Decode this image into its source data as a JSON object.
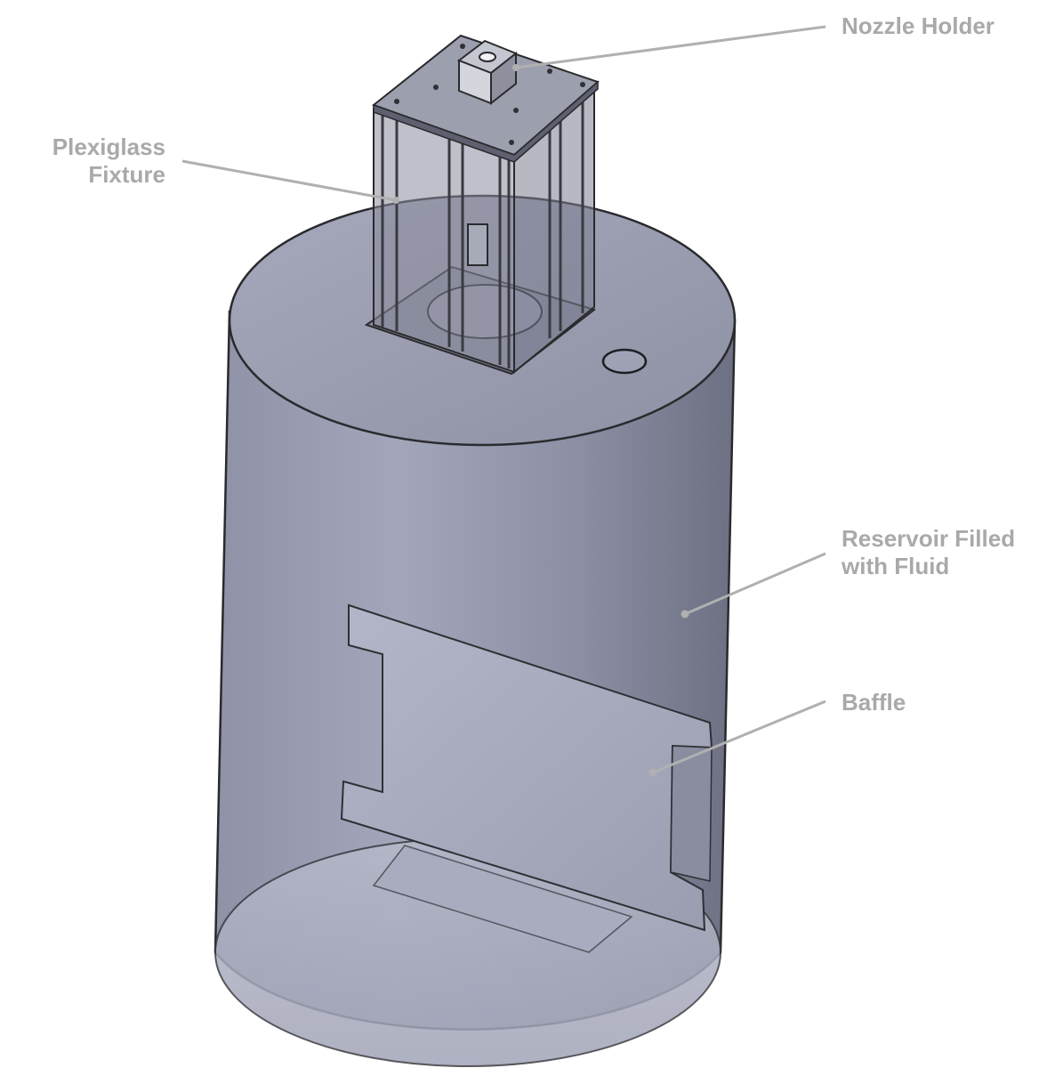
{
  "labels": {
    "nozzle_holder": "Nozzle Holder",
    "plexiglass_fixture": [
      "Plexiglass",
      "Fixture"
    ],
    "reservoir": [
      "Reservoir Filled",
      "with Fluid"
    ],
    "baffle": "Baffle"
  },
  "colors": {
    "label_text": "#a9a9a9",
    "leader_line": "#b0b0b0",
    "tank_body": "#9497ab",
    "outline": "#2a2a2e"
  }
}
